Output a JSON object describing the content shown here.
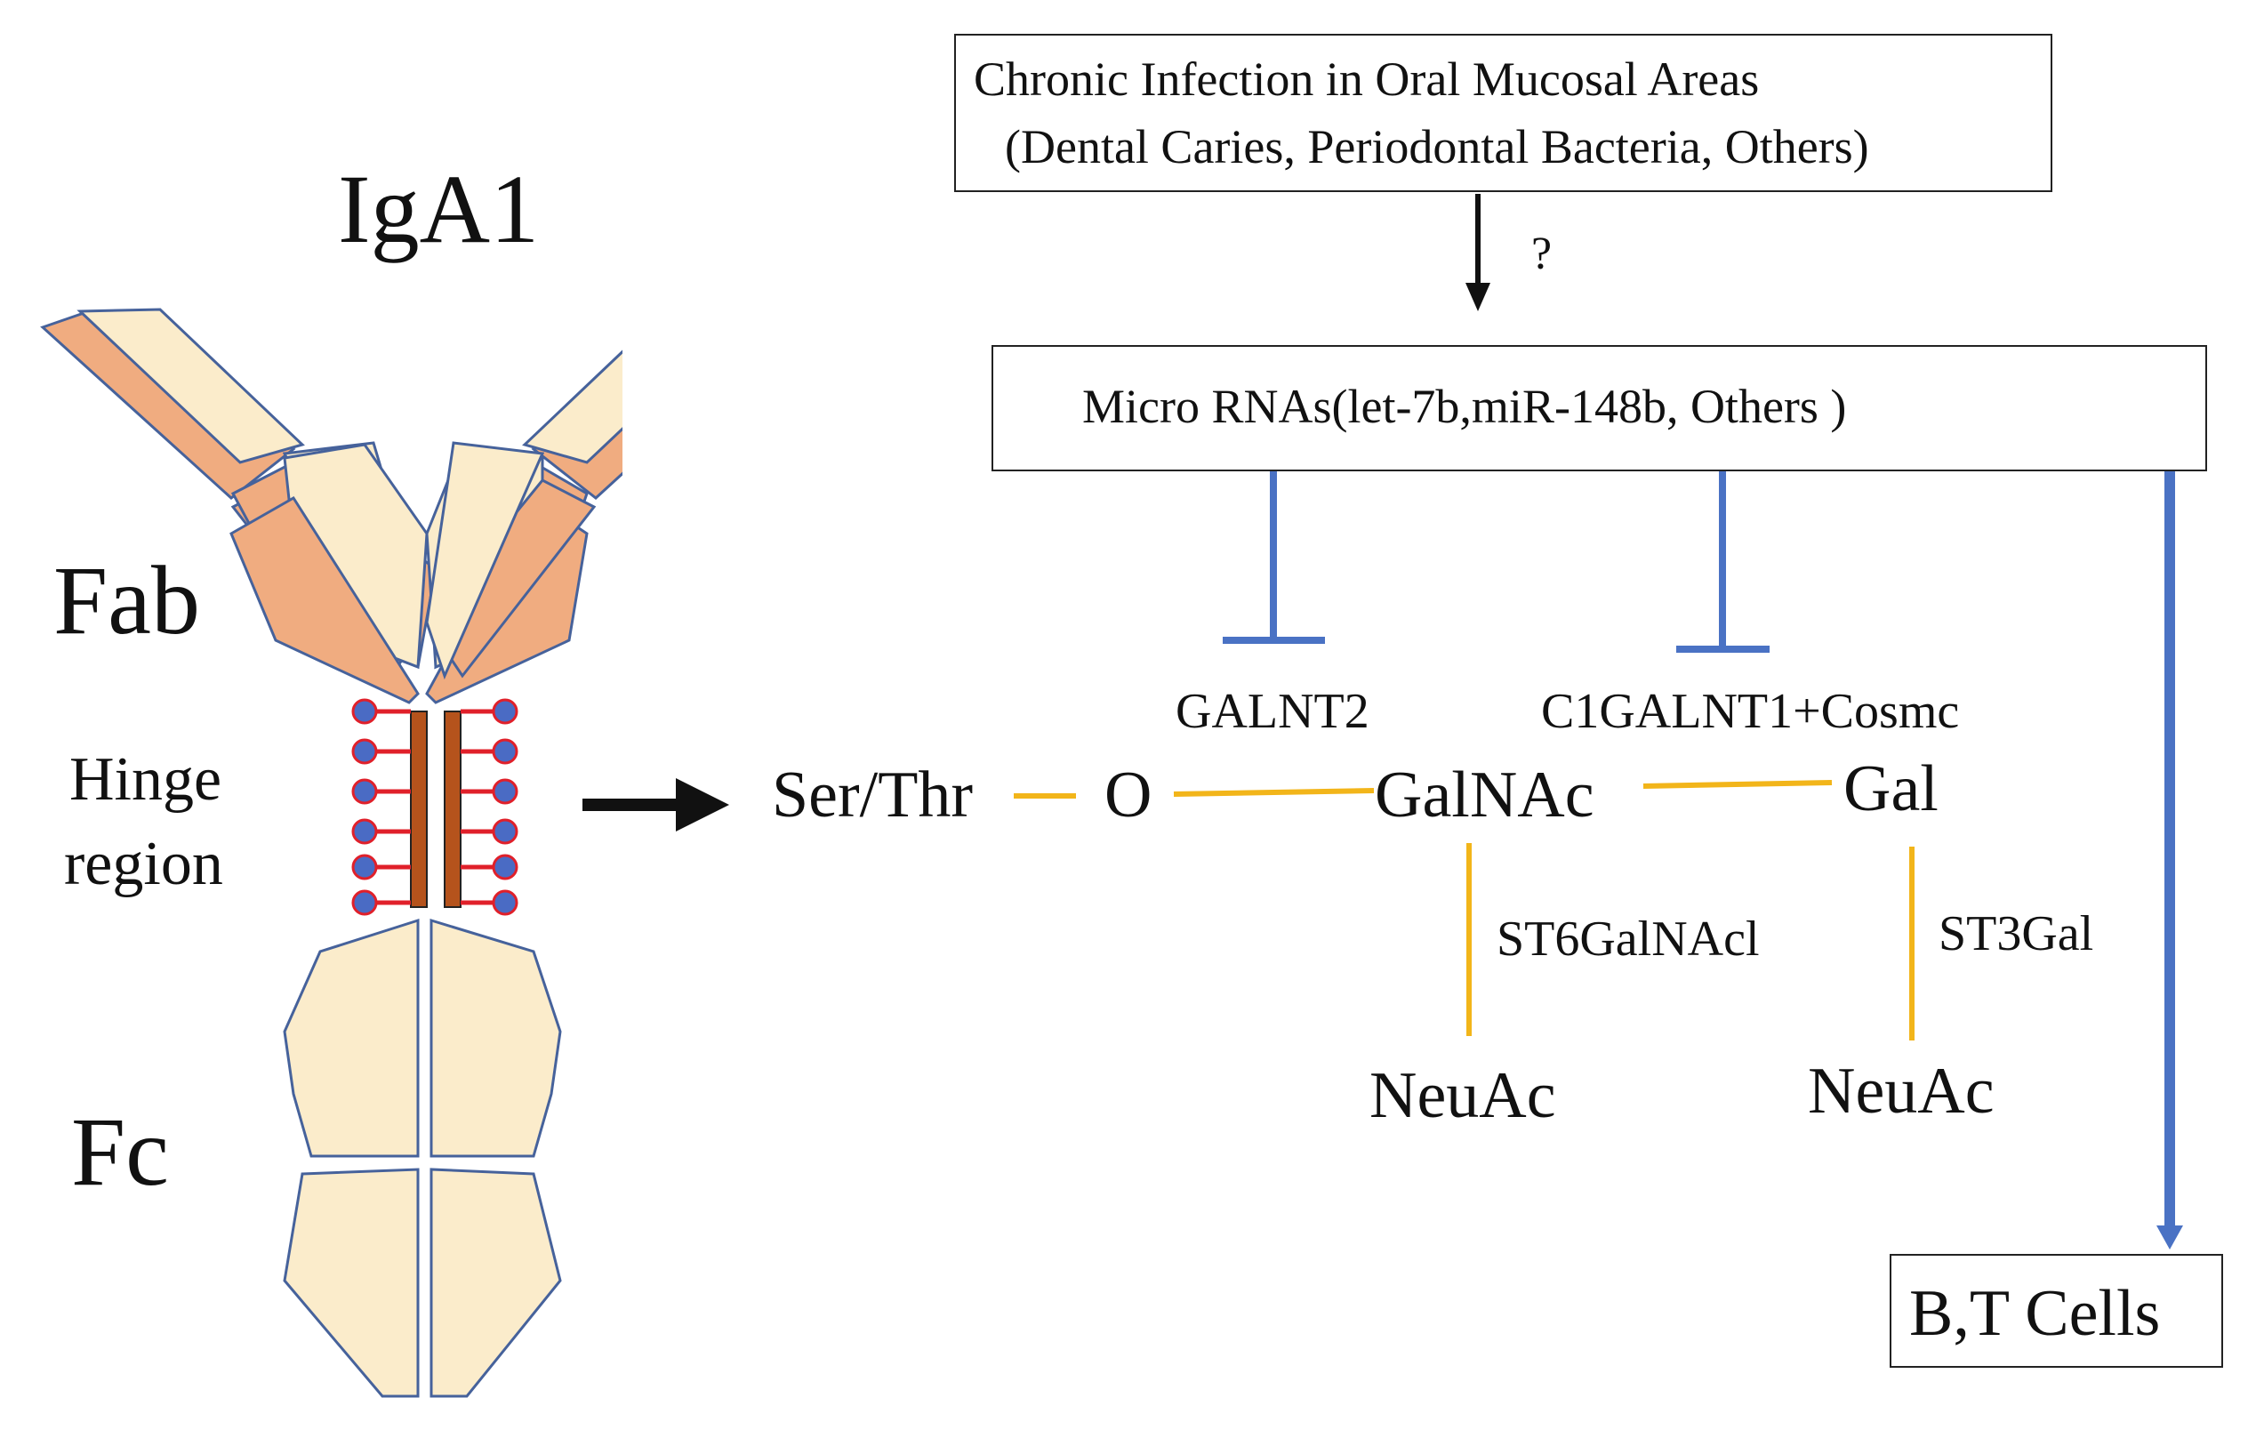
{
  "antibody": {
    "title": "IgA1",
    "fab_label": "Fab",
    "hinge_label_line1": "Hinge",
    "hinge_label_line2": "region",
    "fc_label": "Fc"
  },
  "top_box": {
    "line1": "Chronic Infection in Oral Mucosal Areas",
    "line2": "(Dental Caries, Periodontal Bacteria, Others)"
  },
  "question_mark": "?",
  "mirna_box": {
    "text": "Micro RNAs(let-7b,miR-148b, Others )"
  },
  "glycan": {
    "ser_thr": "Ser/Thr",
    "o": "O",
    "galnac": "GalNAc",
    "gal": "Gal",
    "neuac_left": "NeuAc",
    "neuac_right": "NeuAc"
  },
  "enzymes": {
    "galnt2": "GALNT2",
    "c1galnt1": "C1GALNT1+Cosmc",
    "st6": "ST6GalNAcl",
    "st3": "ST3Gal"
  },
  "cells_box": {
    "text": "B,T Cells"
  },
  "colors": {
    "fab_light": "#fbeccb",
    "fab_dark": "#f0ac80",
    "outline": "#46629b",
    "hinge_bar": "#b5531c",
    "hinge_line": "#e0202a",
    "hinge_dot": "#4a6bc4",
    "glycan_link": "#f2b51a",
    "inhibit_blue": "#4a72c4",
    "arrow_black": "#111111"
  }
}
